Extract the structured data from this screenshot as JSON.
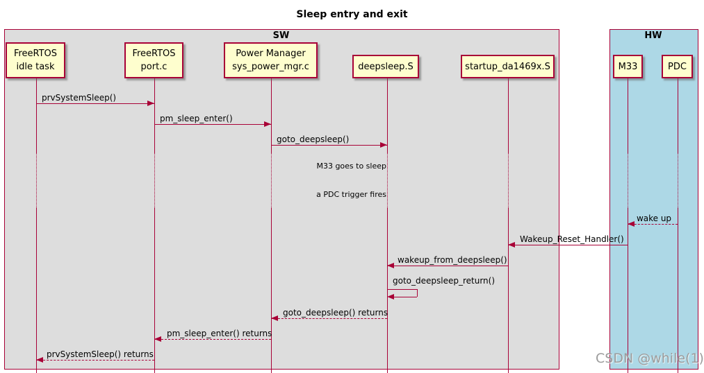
{
  "title": "Sleep entry and exit",
  "watermark": "CSDN @while(1)",
  "groups": {
    "sw": "SW",
    "hw": "HW"
  },
  "participants": [
    {
      "id": "freertos-idle-task",
      "line1": "FreeRTOS",
      "line2": "idle task",
      "group": "SW"
    },
    {
      "id": "freertos-port-c",
      "line1": "FreeRTOS",
      "line2": "port.c",
      "group": "SW"
    },
    {
      "id": "power-manager",
      "line1": "Power Manager",
      "line2": "sys_power_mgr.c",
      "group": "SW"
    },
    {
      "id": "deepsleep-s",
      "line1": "deepsleep.S",
      "group": "SW"
    },
    {
      "id": "startup-da1469x-s",
      "line1": "startup_da1469x.S",
      "group": "SW"
    },
    {
      "id": "m33",
      "line1": "M33",
      "group": "HW"
    },
    {
      "id": "pdc",
      "line1": "PDC",
      "group": "HW"
    }
  ],
  "messages": [
    {
      "label": "prvSystemSleep()",
      "from": "FreeRTOS idle task",
      "to": "FreeRTOS port.c",
      "style": "solid"
    },
    {
      "label": "pm_sleep_enter()",
      "from": "FreeRTOS port.c",
      "to": "Power Manager sys_power_mgr.c",
      "style": "solid"
    },
    {
      "label": "goto_deepsleep()",
      "from": "Power Manager sys_power_mgr.c",
      "to": "deepsleep.S",
      "style": "solid"
    },
    {
      "label": "wake up",
      "from": "PDC",
      "to": "M33",
      "style": "dashed"
    },
    {
      "label": "Wakeup_Reset_Handler()",
      "from": "M33",
      "to": "startup_da1469x.S",
      "style": "solid"
    },
    {
      "label": "wakeup_from_deepsleep()",
      "from": "startup_da1469x.S",
      "to": "deepsleep.S",
      "style": "solid"
    },
    {
      "label": "goto_deepsleep_return()",
      "from": "deepsleep.S",
      "to": "deepsleep.S",
      "style": "self"
    },
    {
      "label": "goto_deepsleep() returns",
      "from": "deepsleep.S",
      "to": "Power Manager sys_power_mgr.c",
      "style": "dashed"
    },
    {
      "label": "pm_sleep_enter() returns",
      "from": "Power Manager sys_power_mgr.c",
      "to": "FreeRTOS port.c",
      "style": "dashed"
    },
    {
      "label": "prvSystemSleep() returns",
      "from": "FreeRTOS port.c",
      "to": "FreeRTOS idle task",
      "style": "dashed"
    }
  ],
  "delays": [
    {
      "label": "M33 goes to sleep"
    },
    {
      "label": "a PDC trigger fires"
    }
  ],
  "colors": {
    "accent": "#A80036",
    "participant_fill": "#FEFECE",
    "sw_fill": "#DDDDDD",
    "hw_fill": "#ADD8E6",
    "text": "#000000",
    "watermark": "#9C9C9C"
  }
}
